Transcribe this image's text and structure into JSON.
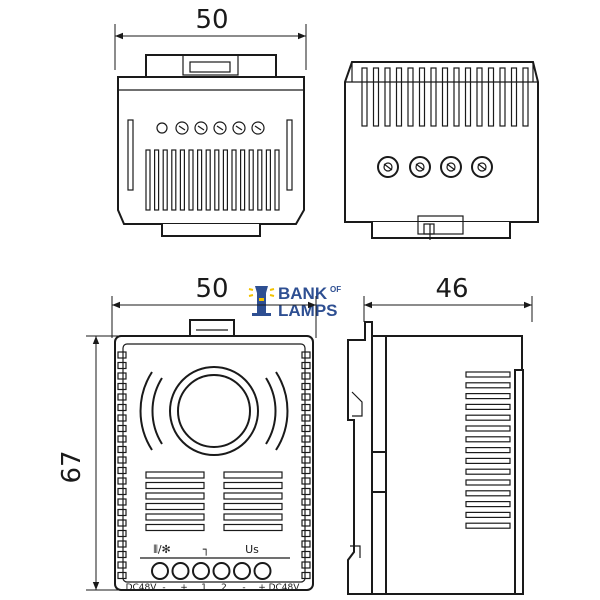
{
  "dimensions": {
    "top_width": "50",
    "front_width": "50",
    "side_depth": "46",
    "front_height": "67"
  },
  "logo": {
    "line1": "BANK",
    "line1_suffix": "OF",
    "line2": "LAMPS",
    "color": "#2e4f92"
  },
  "front_terminals": {
    "top_labels": {
      "heat_fan": "⫴/✻",
      "contact": "┐",
      "us": "Us"
    },
    "bottom_labels": [
      "DC48V",
      "-",
      "+",
      "1",
      "2",
      "-",
      "+",
      "DC48V"
    ]
  }
}
